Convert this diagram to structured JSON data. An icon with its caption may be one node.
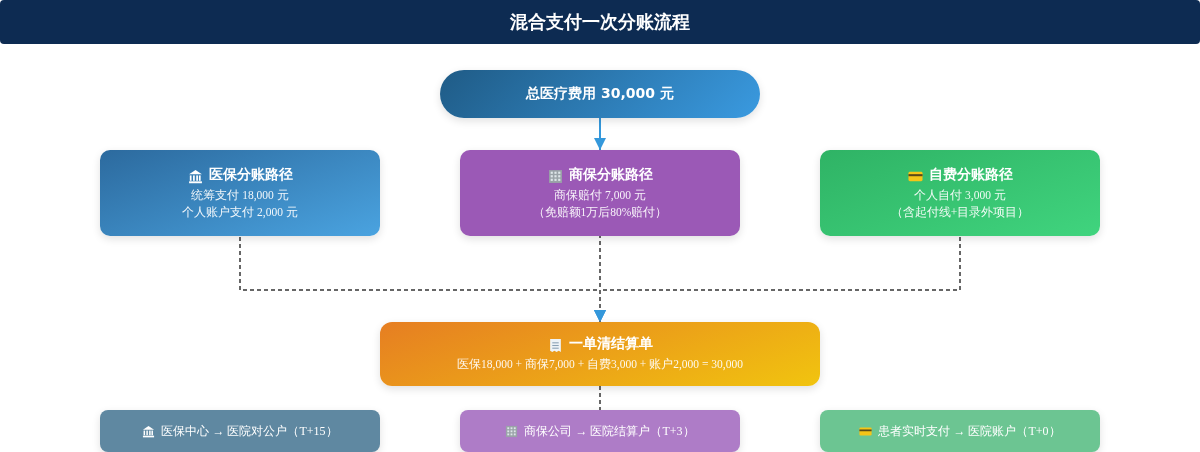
{
  "diagram": {
    "title": "混合支付一次分账流程",
    "nodes": [
      {
        "text": [
          "总医疗费用 30,000 元"
        ]
      },
      {
        "text": [
          "医保分账路径",
          "统筹支付 18,000 元",
          "个人账户支付 2,000 元"
        ]
      },
      {
        "text": [
          "商保分账路径",
          "商保赔付 7,000 元",
          "（免赔额1万后80%赔付）"
        ]
      },
      {
        "text": [
          "自费分账路径",
          "个人自付 3,000 元",
          "（含起付线+目录外项目）"
        ]
      },
      {
        "text": [
          "一单清结算单",
          "医保18,000 + 商保7,000 + 自费3,000 + 账户2,000 = 30,000"
        ]
      },
      {
        "text": [
          "医保中心 → 医院对公户（T+15）"
        ]
      },
      {
        "text": [
          "商保公司 → 医院结算户（T+3）"
        ]
      },
      {
        "text": [
          "患者实时支付 → 医院账户（T+0）"
        ]
      }
    ],
    "edges": [
      {
        "from": 0,
        "to": 2,
        "arrow": "to",
        "color": "#3498db"
      },
      {
        "from": 1,
        "to": 4,
        "arrow": "to",
        "style": "dashed"
      },
      {
        "from": 2,
        "to": 4,
        "arrow": "to",
        "style": "dashed"
      },
      {
        "from": 3,
        "to": 4,
        "arrow": "to",
        "style": "dashed"
      },
      {
        "from": 4,
        "to": 6,
        "arrow": "none",
        "style": "dashed"
      }
    ]
  }
}
